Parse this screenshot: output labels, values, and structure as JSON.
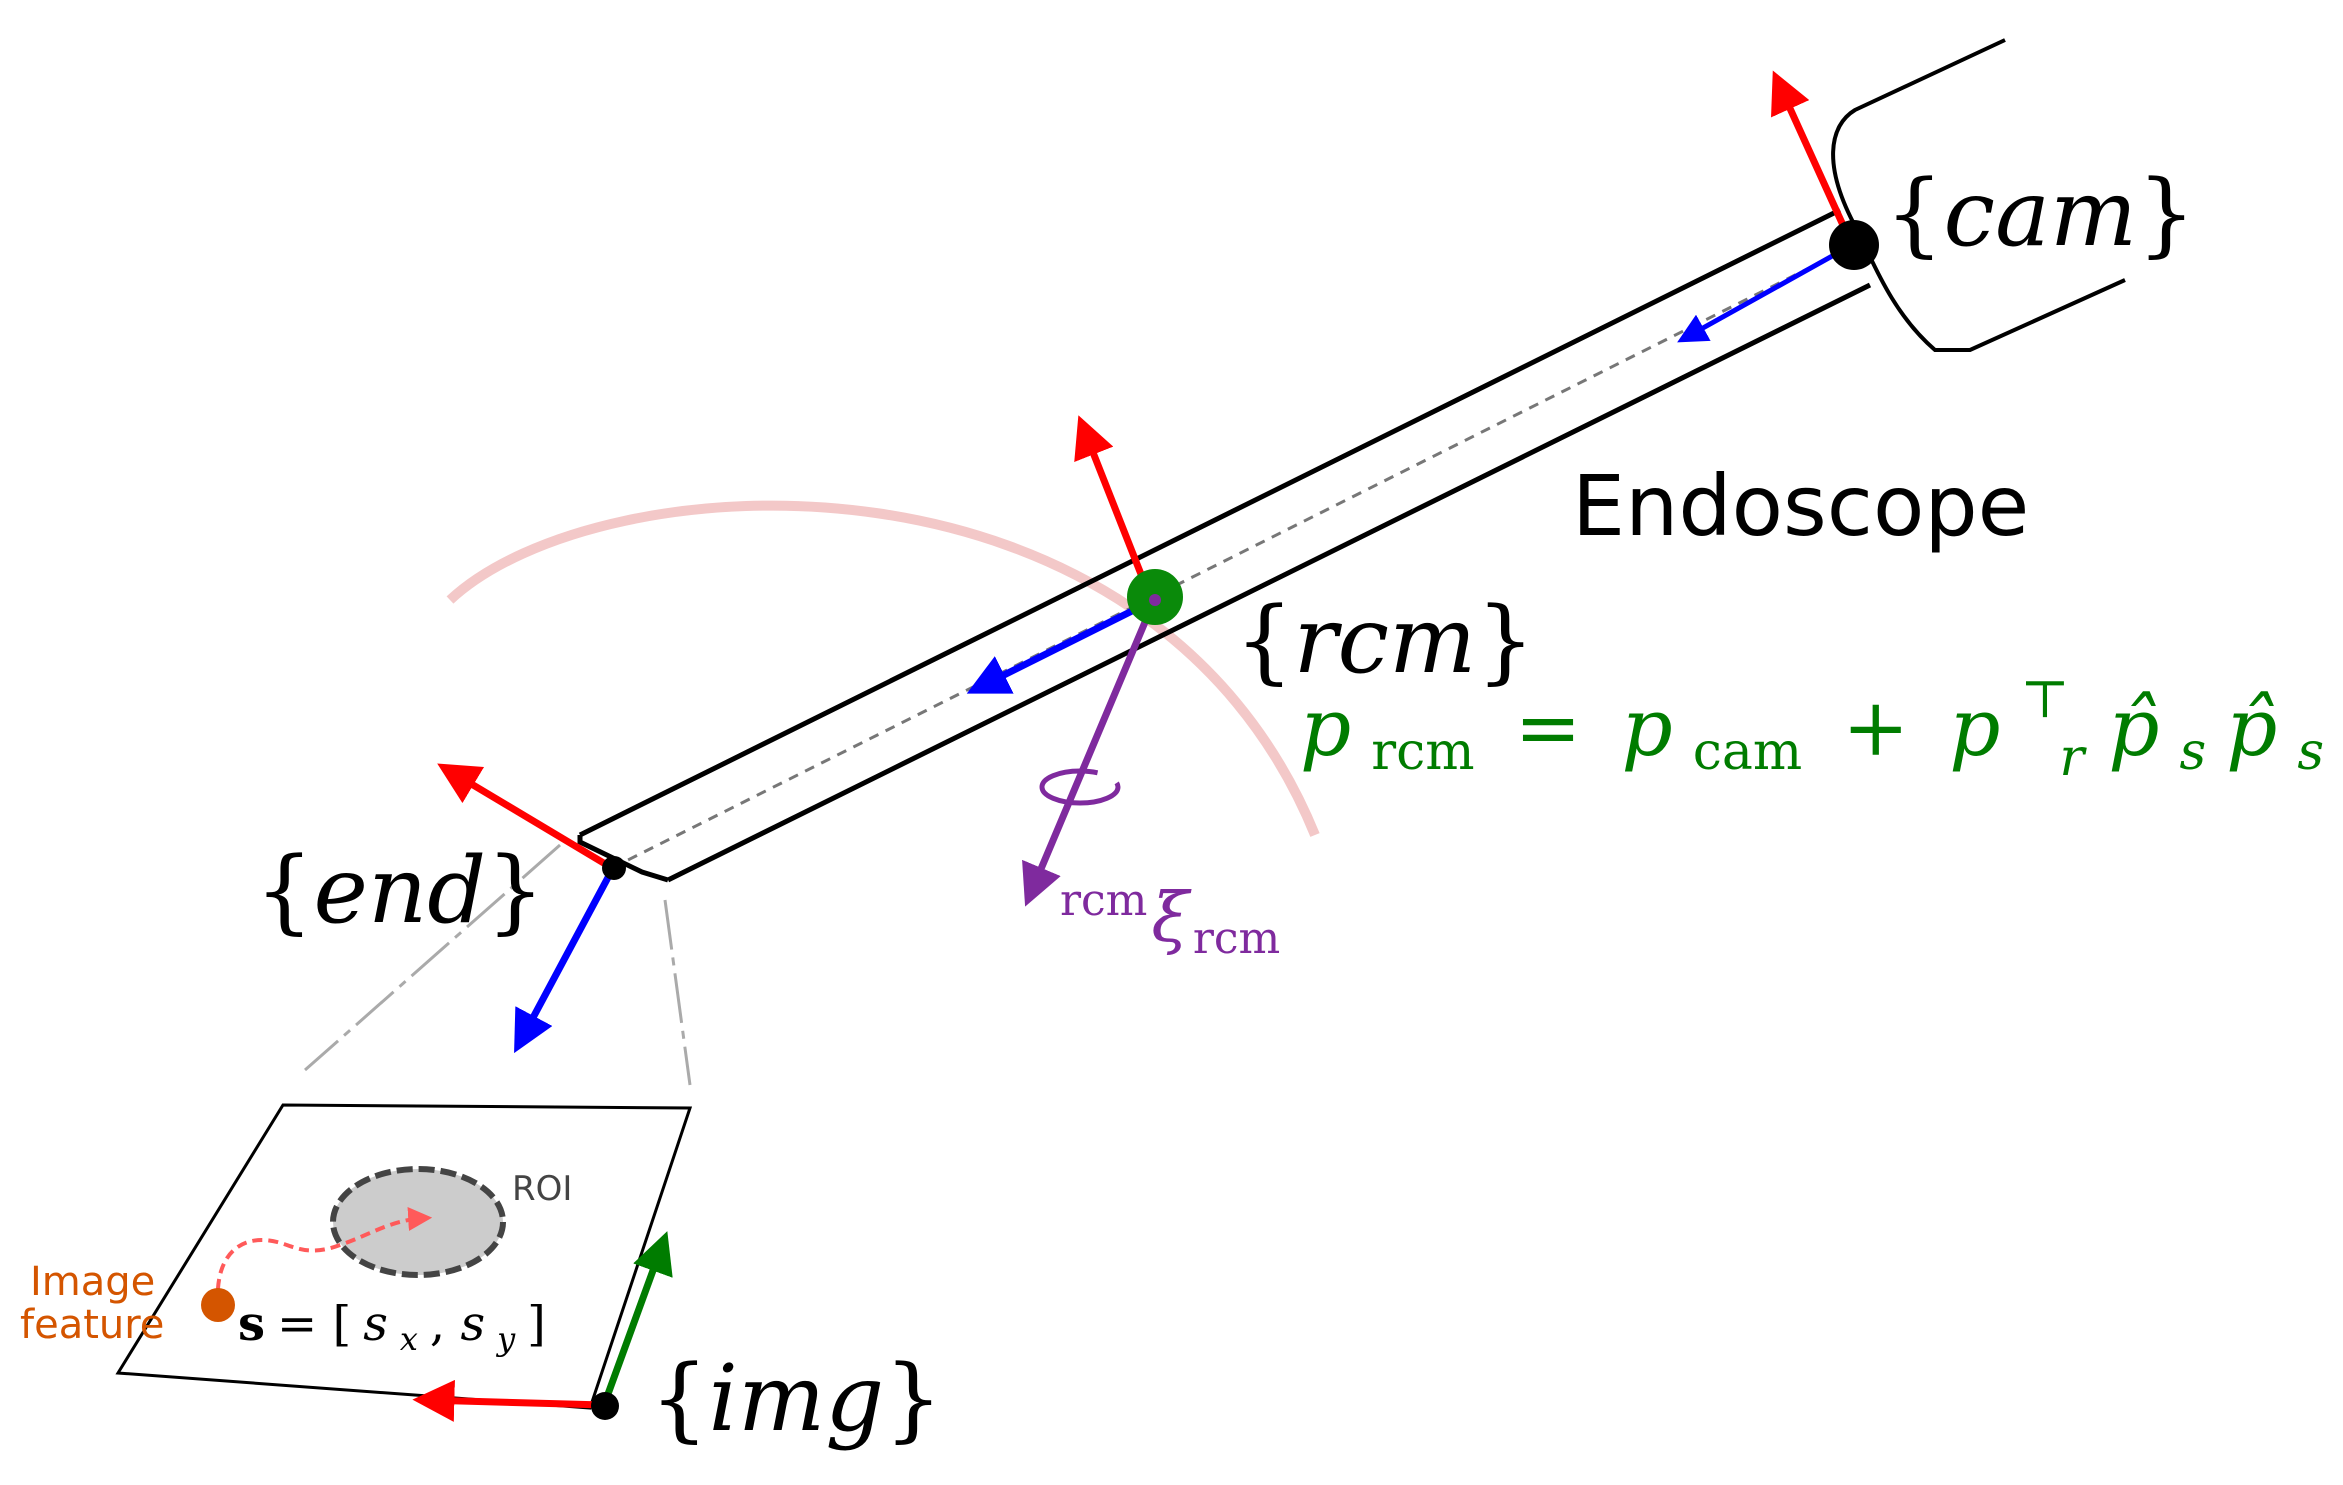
{
  "colors": {
    "red": "#ff0000",
    "blue": "#0000ff",
    "green": "#007c00",
    "purple": "#7f2a9e",
    "orange": "#d45500",
    "feature_path": "#ff5a5a",
    "arc": "#f3c8c8",
    "roi_fill": "#cccccc",
    "roi_border": "#444444"
  },
  "frames": {
    "cam": {
      "left_brace": "{",
      "name": "cam",
      "right_brace": "}"
    },
    "rcm": {
      "left_brace": "{",
      "name": "rcm",
      "right_brace": "}"
    },
    "end": {
      "left_brace": "{",
      "name": "end",
      "right_brace": "}"
    },
    "img": {
      "left_brace": "{",
      "name": "img",
      "right_brace": "}"
    }
  },
  "labels": {
    "endoscope": "Endoscope",
    "roi": "ROI",
    "image_feature_line1": "Image",
    "image_feature_line2": "feature"
  },
  "equations": {
    "rcm_position": {
      "p1": "p",
      "sub1": "rcm",
      "eq": "=",
      "p2": "p",
      "sub2": "cam",
      "plus": "+",
      "p3": "p",
      "sub3": "r",
      "sup3": "⊤",
      "p4": "p̂",
      "sub4": "s",
      "p5": "p̂",
      "sub5": "s"
    },
    "twist": {
      "sup": "rcm",
      "xi": "ξ",
      "sub": "rcm"
    },
    "feature_vector": {
      "s": "s",
      "eq": " = [",
      "sx": "s",
      "sx_sub": "x",
      "comma": ", ",
      "sy": "s",
      "sy_sub": "y",
      "close": "]"
    }
  }
}
